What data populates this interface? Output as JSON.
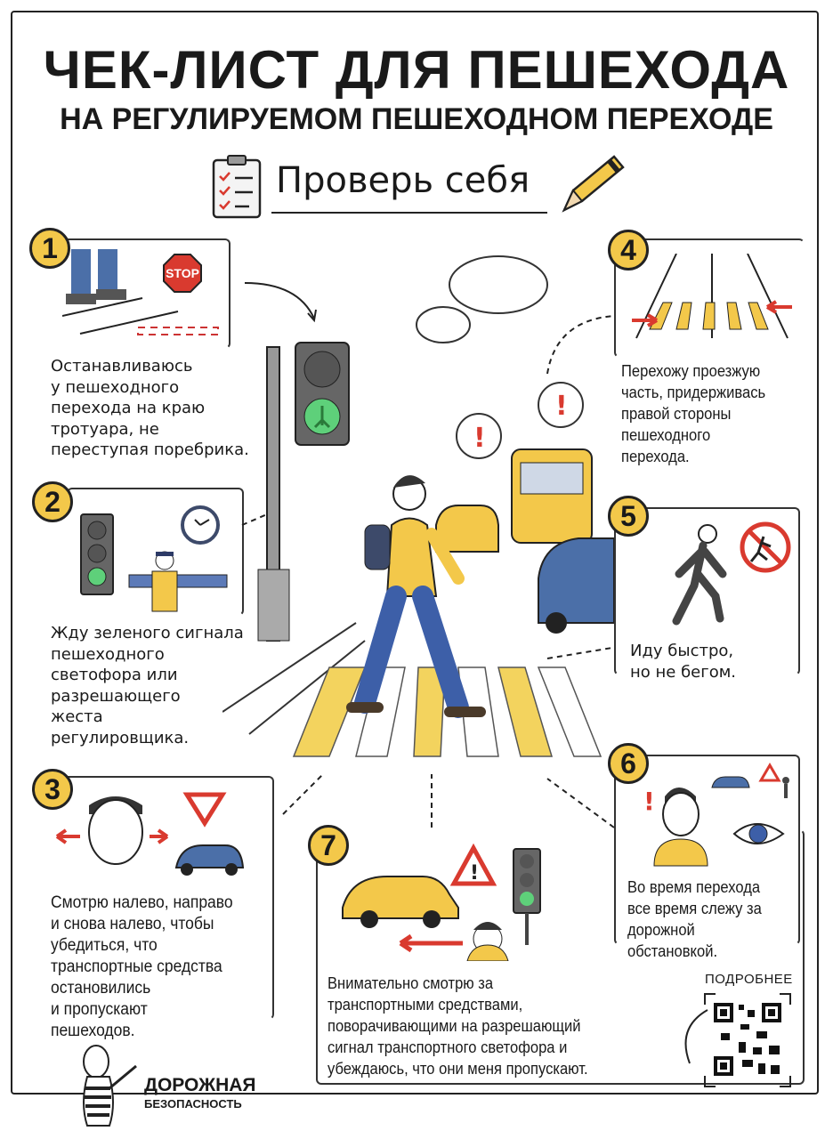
{
  "header": {
    "title": "ЧЕК-ЛИСТ ДЛЯ ПЕШЕХОДА",
    "subtitle": "НА РЕГУЛИРУЕМОМ ПЕШЕХОДНОМ ПЕРЕХОДЕ",
    "check_yourself": "Проверь себя"
  },
  "steps": [
    {
      "number": "1",
      "text": "Останавливаюсь\nу пешеходного\nперехода на краю\nтротуара, не\nпереступая поребрика.",
      "sign": "STOP"
    },
    {
      "number": "2",
      "text": "Жду зеленого сигнала\nпешеходного\nсветофора или\nразрешающего\nжеста\nрегулировщика."
    },
    {
      "number": "3",
      "text": "Смотрю налево, направо\nи снова налево, чтобы\nубедиться, что\nтранспортные средства\nостановились\nи пропускают\nпешеходов."
    },
    {
      "number": "4",
      "text": "Перехожу проезжую\nчасть, придерживась\nправой стороны\nпешеходного\nперехода."
    },
    {
      "number": "5",
      "text": "Иду быстро,\nно не бегом."
    },
    {
      "number": "6",
      "text": "Во время перехода\nвсе время слежу за\nдорожной\nобстановкой."
    },
    {
      "number": "7",
      "text": "Внимательно смотрю за\nтранспортными средствами,\nповорачивающими на разрешающий\nсигнал транспортного светофора и\nубеждаюсь, что они меня пропускают."
    }
  ],
  "qr": {
    "label": "ПОДРОБНЕЕ"
  },
  "brand": {
    "line1": "ДОРОЖНАЯ",
    "line2": "БЕЗОПАСНОСТЬ"
  },
  "colors": {
    "accent": "#f3c84a",
    "green": "#4cc964",
    "red": "#d93a2f",
    "blue": "#3d5fa8"
  }
}
